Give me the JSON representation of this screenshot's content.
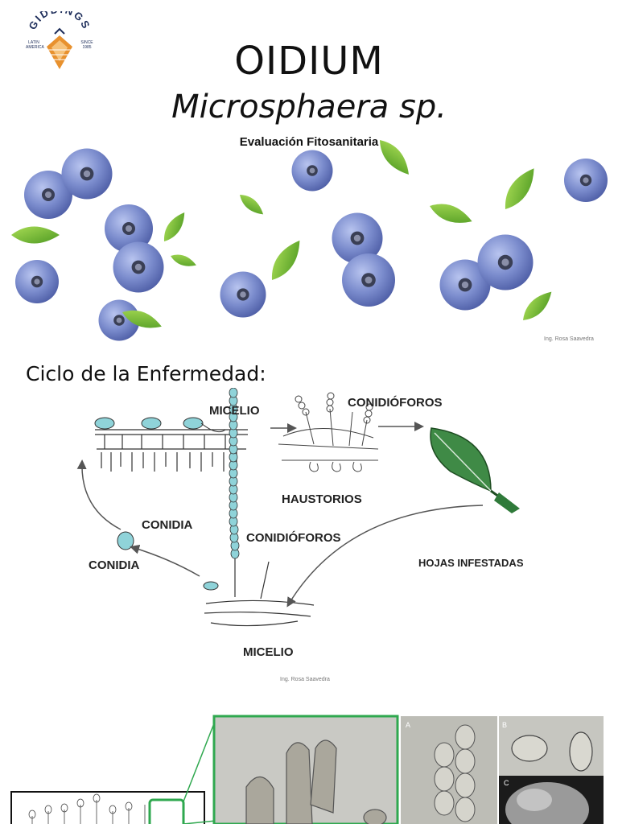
{
  "logo": {
    "brand": "GIDDINGS",
    "left_small": "LATIN AMERICA",
    "right_small": "SINCE 1985"
  },
  "title": "OIDIUM",
  "subtitle": "Microsphaera sp.",
  "tagline": "Evaluación Fitosanitaria",
  "credit_top": "Ing. Rosa Saavedra",
  "cycle": {
    "heading": "Ciclo de la Enfermedad:",
    "labels": {
      "micelio_top": "MICELIO",
      "conidioforos_top": "CONIDIÓFOROS",
      "haustorios": "HAUSTORIOS",
      "conidia_upper": "CONIDIA",
      "conidia_lower": "CONIDIA",
      "conidioforos_mid": "CONIDIÓFOROS",
      "hojas": "HOJAS INFESTADAS",
      "micelio_bottom": "MICELIO"
    }
  },
  "credit_bottom": "Ing. Rosa Saavedra",
  "micro": {
    "panel_a": "A",
    "panel_b": "B",
    "panel_c": "C"
  },
  "colors": {
    "berry": "#6f7fbf",
    "leaf": "#7fbf3a",
    "spore": "#8fd3d9",
    "green_frame": "#2fa84f",
    "navy": "#1d2d5a",
    "logo_orange": "#e8912e"
  }
}
